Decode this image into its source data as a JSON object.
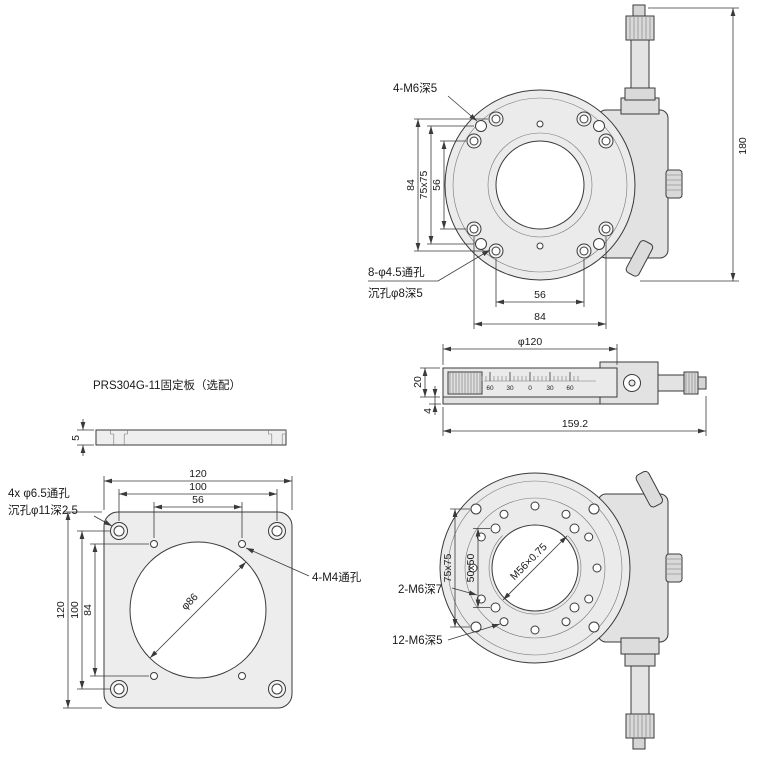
{
  "top_view": {
    "note_m6": "4-M6深5",
    "note_holes_1": "8-φ4.5通孔",
    "note_holes_2": "沉孔φ8深5",
    "dim_left_84": "84",
    "dim_left_75": "75x75",
    "dim_left_56": "56",
    "dim_bottom_56": "56",
    "dim_bottom_84": "84",
    "dim_right_180": "180"
  },
  "side_view": {
    "dim_dia": "φ120",
    "dim_h20": "20",
    "dim_h4": "4",
    "dim_w": "159.2",
    "scale_marks": [
      "60",
      "30",
      "0",
      "30",
      "60"
    ]
  },
  "bottom_view": {
    "dim_75": "75x75",
    "dim_50": "50x50",
    "thread": "M56×0.75",
    "note_2m6": "2-M6深7",
    "note_12m6": "12-M6深5"
  },
  "plate": {
    "title": "PRS304G-11固定板（选配）",
    "dim_thickness": "5",
    "dim_top_120": "120",
    "dim_top_100": "100",
    "dim_top_56": "56",
    "dim_left_120": "120",
    "dim_left_100": "100",
    "dim_left_84": "84",
    "dim_dia": "φ86",
    "note_cb_1": "4x φ6.5通孔",
    "note_cb_2": "沉孔φ11深2.5",
    "note_m4": "4-M4通孔"
  }
}
